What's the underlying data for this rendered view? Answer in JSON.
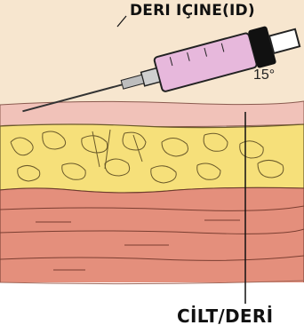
{
  "labels": {
    "injection_type": "DERI IÇINE(ID)",
    "skin": "CİLT/DERİ",
    "angle": "15°"
  },
  "colors": {
    "background": "#f7e6cf",
    "epidermis": "#f1c2b9",
    "fat": "#f6e07a",
    "muscle": "#e48f7c",
    "syringe_barrel": "#e7b8dc"
  }
}
